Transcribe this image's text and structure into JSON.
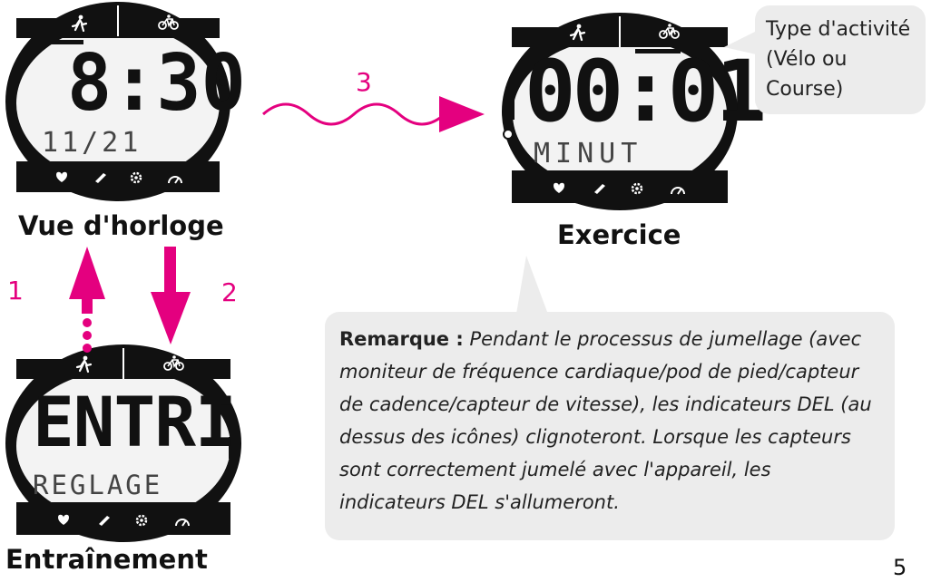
{
  "screens": {
    "clock": {
      "caption": "Vue d'horloge",
      "time": "8:30",
      "date": "11/21"
    },
    "exercise": {
      "caption": "Exercice",
      "time": "00:01",
      "unit": "MINUT"
    },
    "training": {
      "caption": "Entraînement",
      "label": "ENTRI",
      "sub": "REGLAGE"
    }
  },
  "steps": {
    "one": "1",
    "two": "2",
    "three": "3"
  },
  "activity_callout": {
    "line1": "Type d'activité",
    "line2": "(Vélo ou",
    "line3": "Course)"
  },
  "note": {
    "lead": "Remarque :",
    "body": " Pendant le processus de jumellage (avec moniteur de fréquence cardiaque/pod de pied/capteur de cadence/capteur de vitesse), les indicateurs DEL (au dessus des icônes) clignoteront. Lorsque les capteurs sont correctement jumelé avec l'appareil, les indicateurs DEL s'allumeront."
  },
  "page_number": "5",
  "colors": {
    "accent": "#e4007f",
    "watch_body": "#111111",
    "callout_bg": "#ececec"
  },
  "icons": [
    "runner-icon",
    "bike-icon",
    "heart-icon",
    "foot-pod-icon",
    "cadence-gear-icon",
    "speed-gauge-icon"
  ]
}
